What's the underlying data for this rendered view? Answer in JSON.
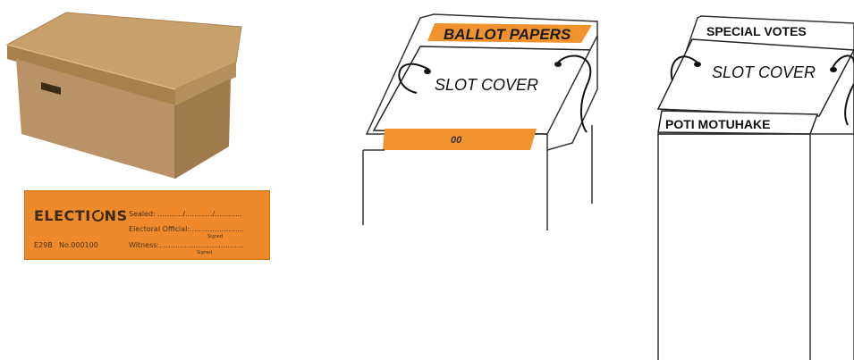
{
  "seal_label": {
    "brand": "ELECTI",
    "brand_end": "NS",
    "sealed": "Sealed: .........../............/............",
    "official": "Electoral Official:........................",
    "signed_1": "Signed",
    "code": "E29B",
    "number": "No.000100",
    "witness": "Witness:.....................................",
    "signed_2": "Signed",
    "color": "#ee8a2c"
  },
  "ballot_box": {
    "header": "BALLOT PAPERS",
    "cover": "SLOT COVER",
    "seal_mark": "00",
    "accent": "#f0922e"
  },
  "special_box": {
    "header": "SPECIAL VOTES",
    "cover": "SLOT COVER",
    "footer": "POTI MOTUHAKE"
  }
}
